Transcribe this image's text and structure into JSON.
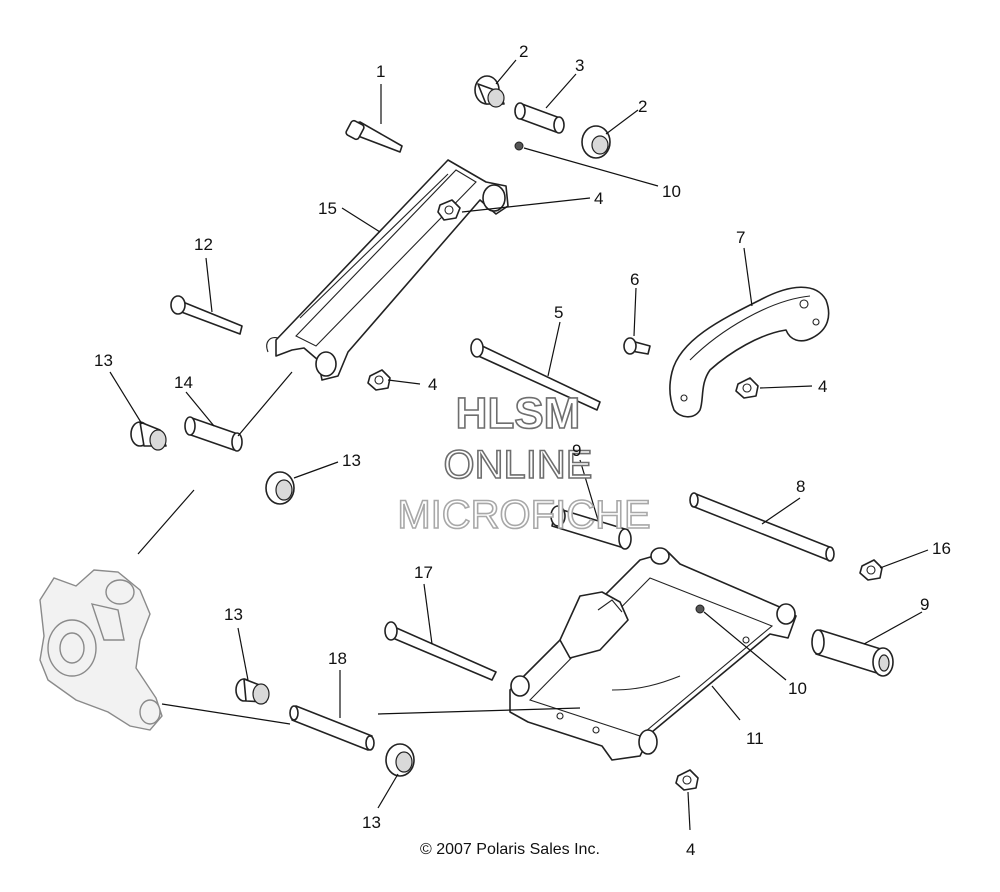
{
  "watermark": {
    "line1": "HLSM",
    "line2": "ONLINE",
    "line3": "MICROFICHE"
  },
  "copyright": "© 2007 Polaris Sales Inc.",
  "callouts": [
    {
      "id": "c1",
      "label": "1"
    },
    {
      "id": "c2a",
      "label": "2"
    },
    {
      "id": "c3",
      "label": "3"
    },
    {
      "id": "c2b",
      "label": "2"
    },
    {
      "id": "c10a",
      "label": "10"
    },
    {
      "id": "c4a",
      "label": "4"
    },
    {
      "id": "c15",
      "label": "15"
    },
    {
      "id": "c7",
      "label": "7"
    },
    {
      "id": "c12",
      "label": "12"
    },
    {
      "id": "c6",
      "label": "6"
    },
    {
      "id": "c5",
      "label": "5"
    },
    {
      "id": "c4b",
      "label": "4"
    },
    {
      "id": "c4c",
      "label": "4"
    },
    {
      "id": "c13a",
      "label": "13"
    },
    {
      "id": "c14",
      "label": "14"
    },
    {
      "id": "c13b",
      "label": "13"
    },
    {
      "id": "c9a",
      "label": "9"
    },
    {
      "id": "c8",
      "label": "8"
    },
    {
      "id": "c16",
      "label": "16"
    },
    {
      "id": "c17",
      "label": "17"
    },
    {
      "id": "c9b",
      "label": "9"
    },
    {
      "id": "c13c",
      "label": "13"
    },
    {
      "id": "c18",
      "label": "18"
    },
    {
      "id": "c10b",
      "label": "10"
    },
    {
      "id": "c11",
      "label": "11"
    },
    {
      "id": "c13d",
      "label": "13"
    },
    {
      "id": "c4d",
      "label": "4"
    }
  ]
}
